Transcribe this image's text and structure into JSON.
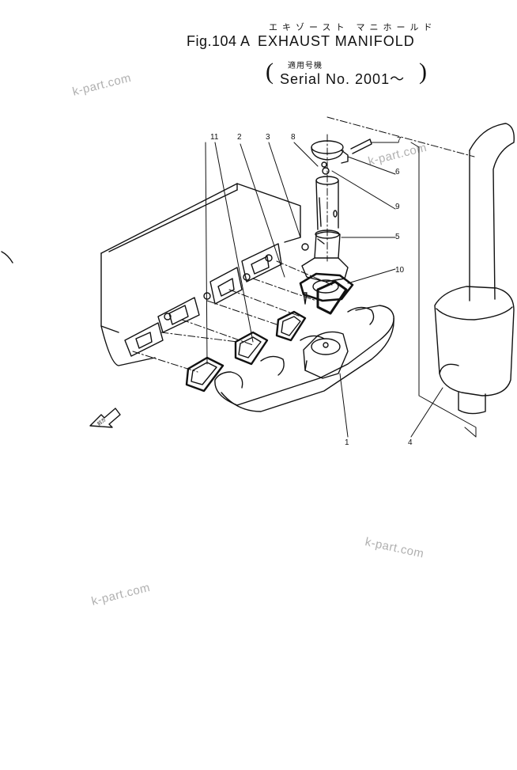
{
  "header": {
    "figure_number": "Fig.104 A",
    "title_kana": "エキゾースト マニホールド",
    "title": "EXHAUST MANIFOLD",
    "serial_kana": "適用号機",
    "serial": "Serial  No.  2001～",
    "paren_open": "(",
    "paren_close": ")"
  },
  "callouts": [
    "1",
    "2",
    "3",
    "4",
    "5",
    "6",
    "7",
    "8",
    "9",
    "10",
    "11"
  ],
  "front_marker": "前方",
  "watermarks": [
    "k-part.com",
    "k-part.com",
    "k-part.com",
    "k-part.com"
  ]
}
